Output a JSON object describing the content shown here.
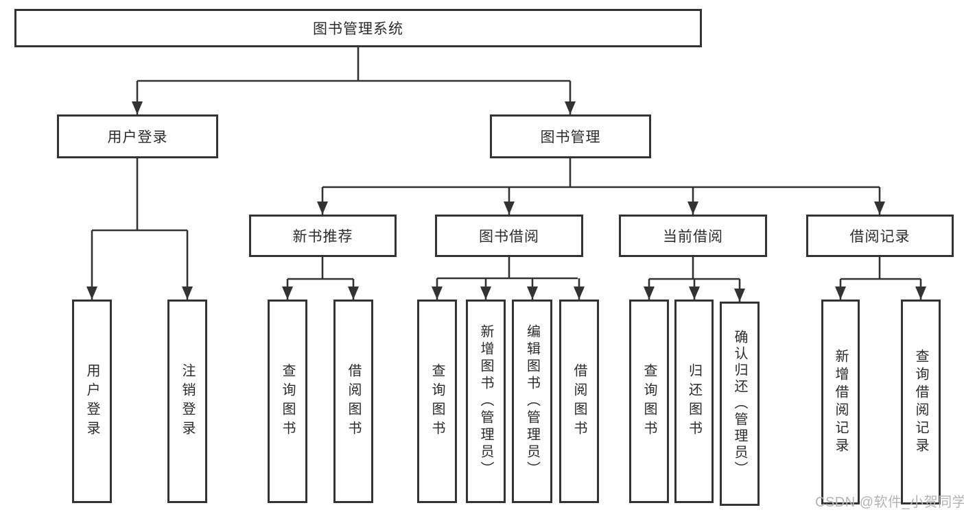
{
  "diagram_title": "图书管理系统",
  "tree": {
    "root": {
      "label": "图书管理系统",
      "children": [
        {
          "label": "用户登录",
          "children": [
            {
              "label": "用户登录"
            },
            {
              "label": "注销登录"
            }
          ]
        },
        {
          "label": "图书管理",
          "children": [
            {
              "label": "新书推荐",
              "children": [
                {
                  "label": "查询图书"
                },
                {
                  "label": "借阅图书"
                }
              ]
            },
            {
              "label": "图书借阅",
              "children": [
                {
                  "label": "查询图书"
                },
                {
                  "label": "新增图书（管理员）"
                },
                {
                  "label": "编辑图书（管理员）"
                },
                {
                  "label": "借阅图书"
                }
              ]
            },
            {
              "label": "当前借阅",
              "children": [
                {
                  "label": "查询图书"
                },
                {
                  "label": "归还图书"
                },
                {
                  "label": "确认归还（管理员）"
                }
              ]
            },
            {
              "label": "借阅记录",
              "children": [
                {
                  "label": "新增借阅记录"
                },
                {
                  "label": "查询借阅记录"
                }
              ]
            }
          ]
        }
      ]
    }
  },
  "watermark": {
    "text": "CSDN @软件_小贺同学"
  },
  "colors": {
    "line": "#333333",
    "box_border": "#333333",
    "text": "#2b2b2b",
    "watermark": "#b3b3b3",
    "background": "#ffffff"
  }
}
